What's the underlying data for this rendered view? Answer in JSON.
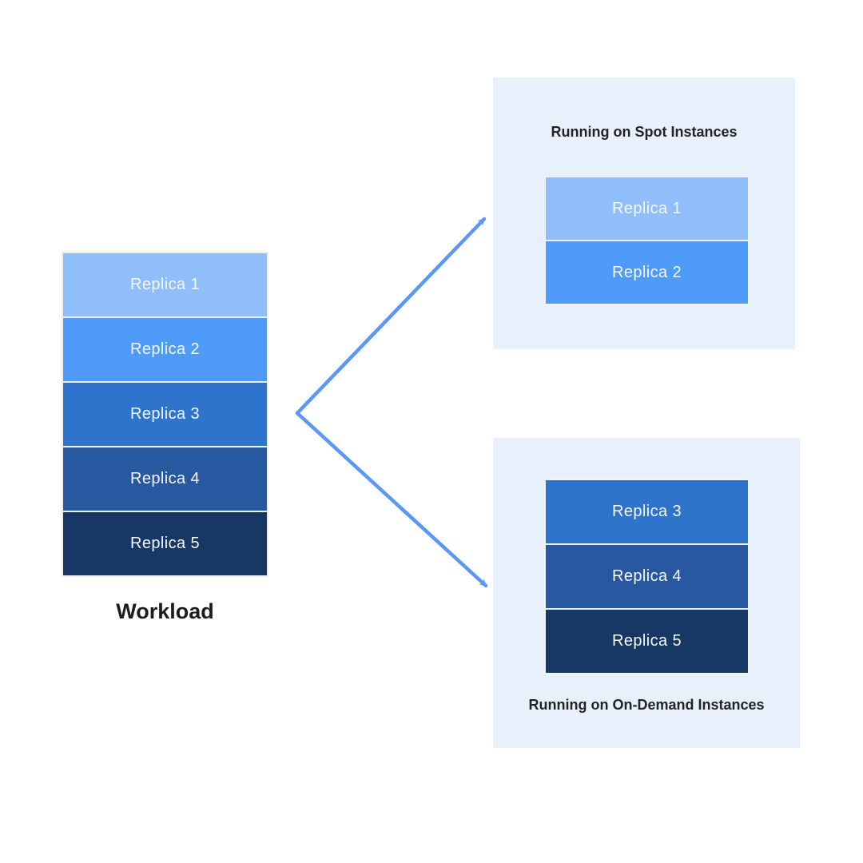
{
  "workload": {
    "label": "Workload",
    "replicas": [
      {
        "label": "Replica 1",
        "color": "#8FBEFB"
      },
      {
        "label": "Replica 2",
        "color": "#4F9BFA"
      },
      {
        "label": "Replica 3",
        "color": "#2E74CD"
      },
      {
        "label": "Replica 4",
        "color": "#28589F"
      },
      {
        "label": "Replica 5",
        "color": "#173765"
      }
    ]
  },
  "spot_panel": {
    "title": "Running on Spot Instances",
    "replicas": [
      {
        "label": "Replica 1",
        "color": "#8FBEFB"
      },
      {
        "label": "Replica 2",
        "color": "#4F9BFA"
      }
    ]
  },
  "ondemand_panel": {
    "title": "Running on On-Demand Instances",
    "replicas": [
      {
        "label": "Replica 3",
        "color": "#2E74CD"
      },
      {
        "label": "Replica 4",
        "color": "#28589F"
      },
      {
        "label": "Replica 5",
        "color": "#173765"
      }
    ]
  },
  "colors": {
    "panel_bg": "#E8F0FC",
    "arrow": "#5B97F6",
    "replica_text": "#F5F8FF",
    "title_text": "#232323"
  }
}
